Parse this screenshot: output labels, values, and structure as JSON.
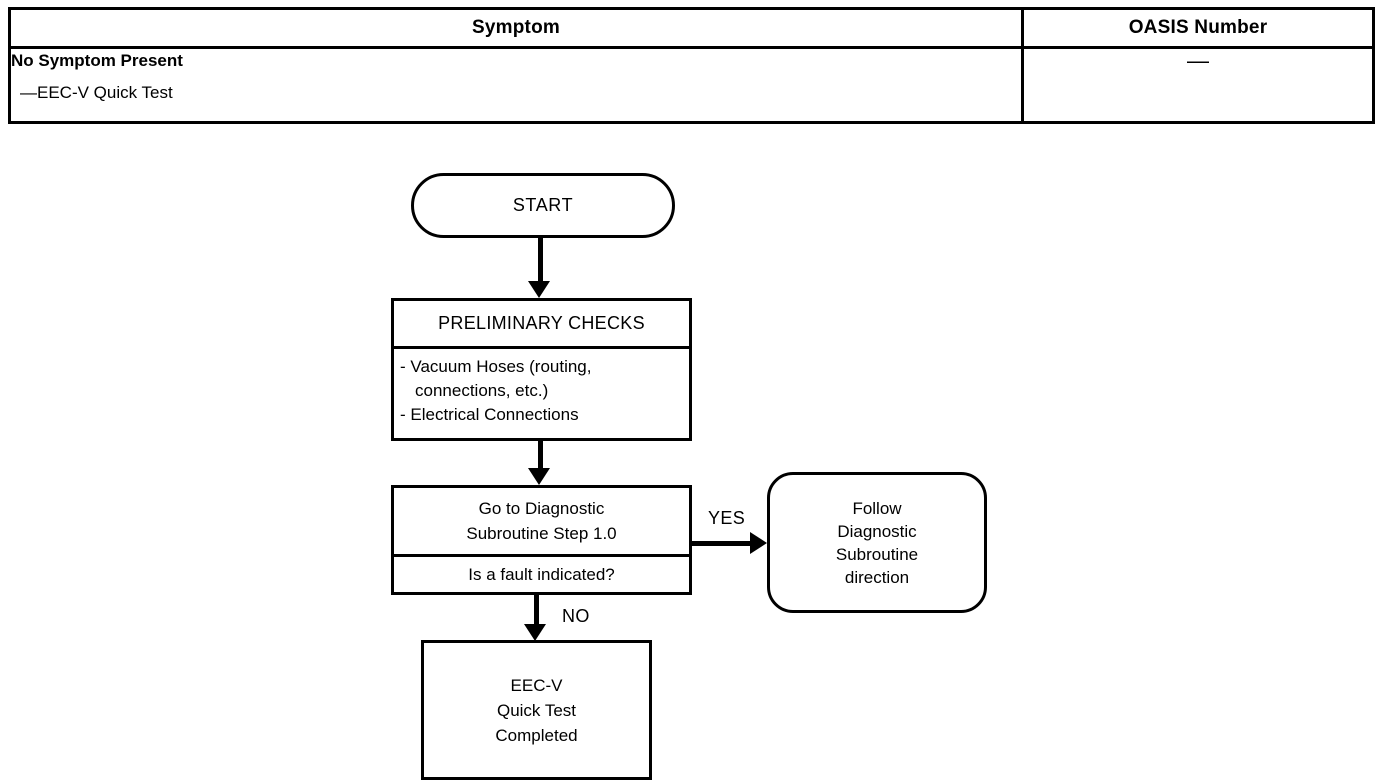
{
  "table": {
    "headers": {
      "symptom": "Symptom",
      "oasis": "OASIS Number"
    },
    "rows": [
      {
        "symptom_title": "No Symptom Present",
        "symptom_detail": "—EEC-V Quick Test",
        "oasis_number": "—"
      }
    ]
  },
  "flowchart": {
    "start": {
      "label": "START"
    },
    "preliminary": {
      "header": "PRELIMINARY CHECKS",
      "item1_line1": "- Vacuum Hoses (routing,",
      "item1_line2": "connections, etc.)",
      "item2": "- Electrical Connections"
    },
    "decision": {
      "action_line1": "Go to  Diagnostic",
      "action_line2": "Subroutine Step 1.0",
      "question": "Is a fault indicated?"
    },
    "follow": {
      "line1": "Follow",
      "line2": "Diagnostic",
      "line3": "Subroutine",
      "line4": "direction"
    },
    "complete": {
      "line1": "EEC-V",
      "line2": "Quick Test",
      "line3": "Completed"
    },
    "edges": {
      "yes": "YES",
      "no": "NO"
    }
  },
  "colors": {
    "ink": "#000000",
    "paper": "#ffffff"
  }
}
